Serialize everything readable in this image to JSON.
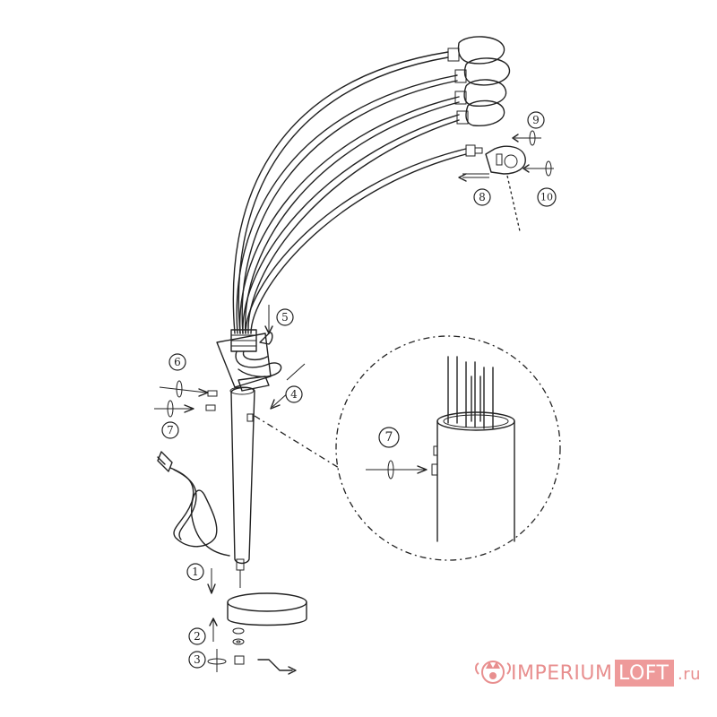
{
  "steps": [
    {
      "id": "step-1",
      "label": "1"
    },
    {
      "id": "step-2",
      "label": "2"
    },
    {
      "id": "step-3",
      "label": "3"
    },
    {
      "id": "step-4",
      "label": "4"
    },
    {
      "id": "step-5",
      "label": "5"
    },
    {
      "id": "step-6",
      "label": "6"
    },
    {
      "id": "step-7",
      "label": "7"
    },
    {
      "id": "step-7-detail",
      "label": "7"
    },
    {
      "id": "step-8",
      "label": "8"
    },
    {
      "id": "step-9",
      "label": "9"
    },
    {
      "id": "step-10",
      "label": "10"
    }
  ],
  "watermark": {
    "part1": "IMPERIUM",
    "part2": "LOFT",
    "part3": ".ru",
    "icon": "crown-rose-logo-icon",
    "colors": {
      "primary": "#e88f8f",
      "box": "#ee9a9a",
      "box_text": "#ffffff"
    }
  }
}
